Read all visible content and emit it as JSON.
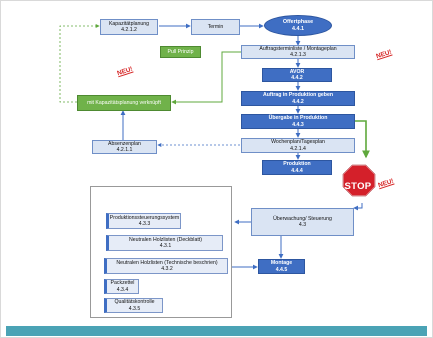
{
  "nodes": {
    "kapazitaet": {
      "title": "Kapazitätplanung",
      "code": "4.2.1.2"
    },
    "termin": {
      "title": "Termin"
    },
    "offertphase": {
      "title": "Offertphase",
      "code": "4.4.1"
    },
    "auftragstermin": {
      "title": "Auftragsterminliste / Montageplan",
      "code": "4.2.1.3"
    },
    "pull": {
      "title": "Pull Prinzip"
    },
    "avor": {
      "title": "AVOR",
      "code": "4.4.2"
    },
    "auftrag_prod": {
      "title": "Auftrag in Produktion geben",
      "code": "4.4.2"
    },
    "uebergabe": {
      "title": "Übergabe in Produktion",
      "code": "4.4.3"
    },
    "verknuepft": {
      "title": "mit Kapazitätsplanung verknüpft"
    },
    "absenzen": {
      "title": "Absenzenplan",
      "code": "4.2.1.1"
    },
    "wochenplan": {
      "title": "Wochenplan/Tagesplan",
      "code": "4.2.1.4"
    },
    "produktion": {
      "title": "Produktion",
      "code": "4.4.4"
    },
    "ueberwachung": {
      "title": "Überwachung/ Steuerung",
      "code": "4.3"
    },
    "montage": {
      "title": "Montage",
      "code": "4.4.5"
    },
    "pss": {
      "title": "Produktionssteuerungssystem",
      "code": "4.3.3"
    },
    "holz_deck": {
      "title": "Neutralen Holzlisten (Deckblatt)",
      "code": "4.3.1"
    },
    "holz_tech": {
      "title": "Neutralen Holzlisten (Technische beschrien)",
      "code": "4.3.2"
    },
    "packzettel": {
      "title": "Packzettel",
      "code": "4.3.4"
    },
    "qualitaet": {
      "title": "Qualitätskontrolle",
      "code": "4.3.5"
    }
  },
  "stop": "STOP",
  "neu": "NEU!",
  "colors": {
    "dark_blue": "#3f6ec3",
    "light_blue": "#dae4f3",
    "green": "#70b24a",
    "stop_red": "#d4202a",
    "bar": "#4aa3b5"
  }
}
